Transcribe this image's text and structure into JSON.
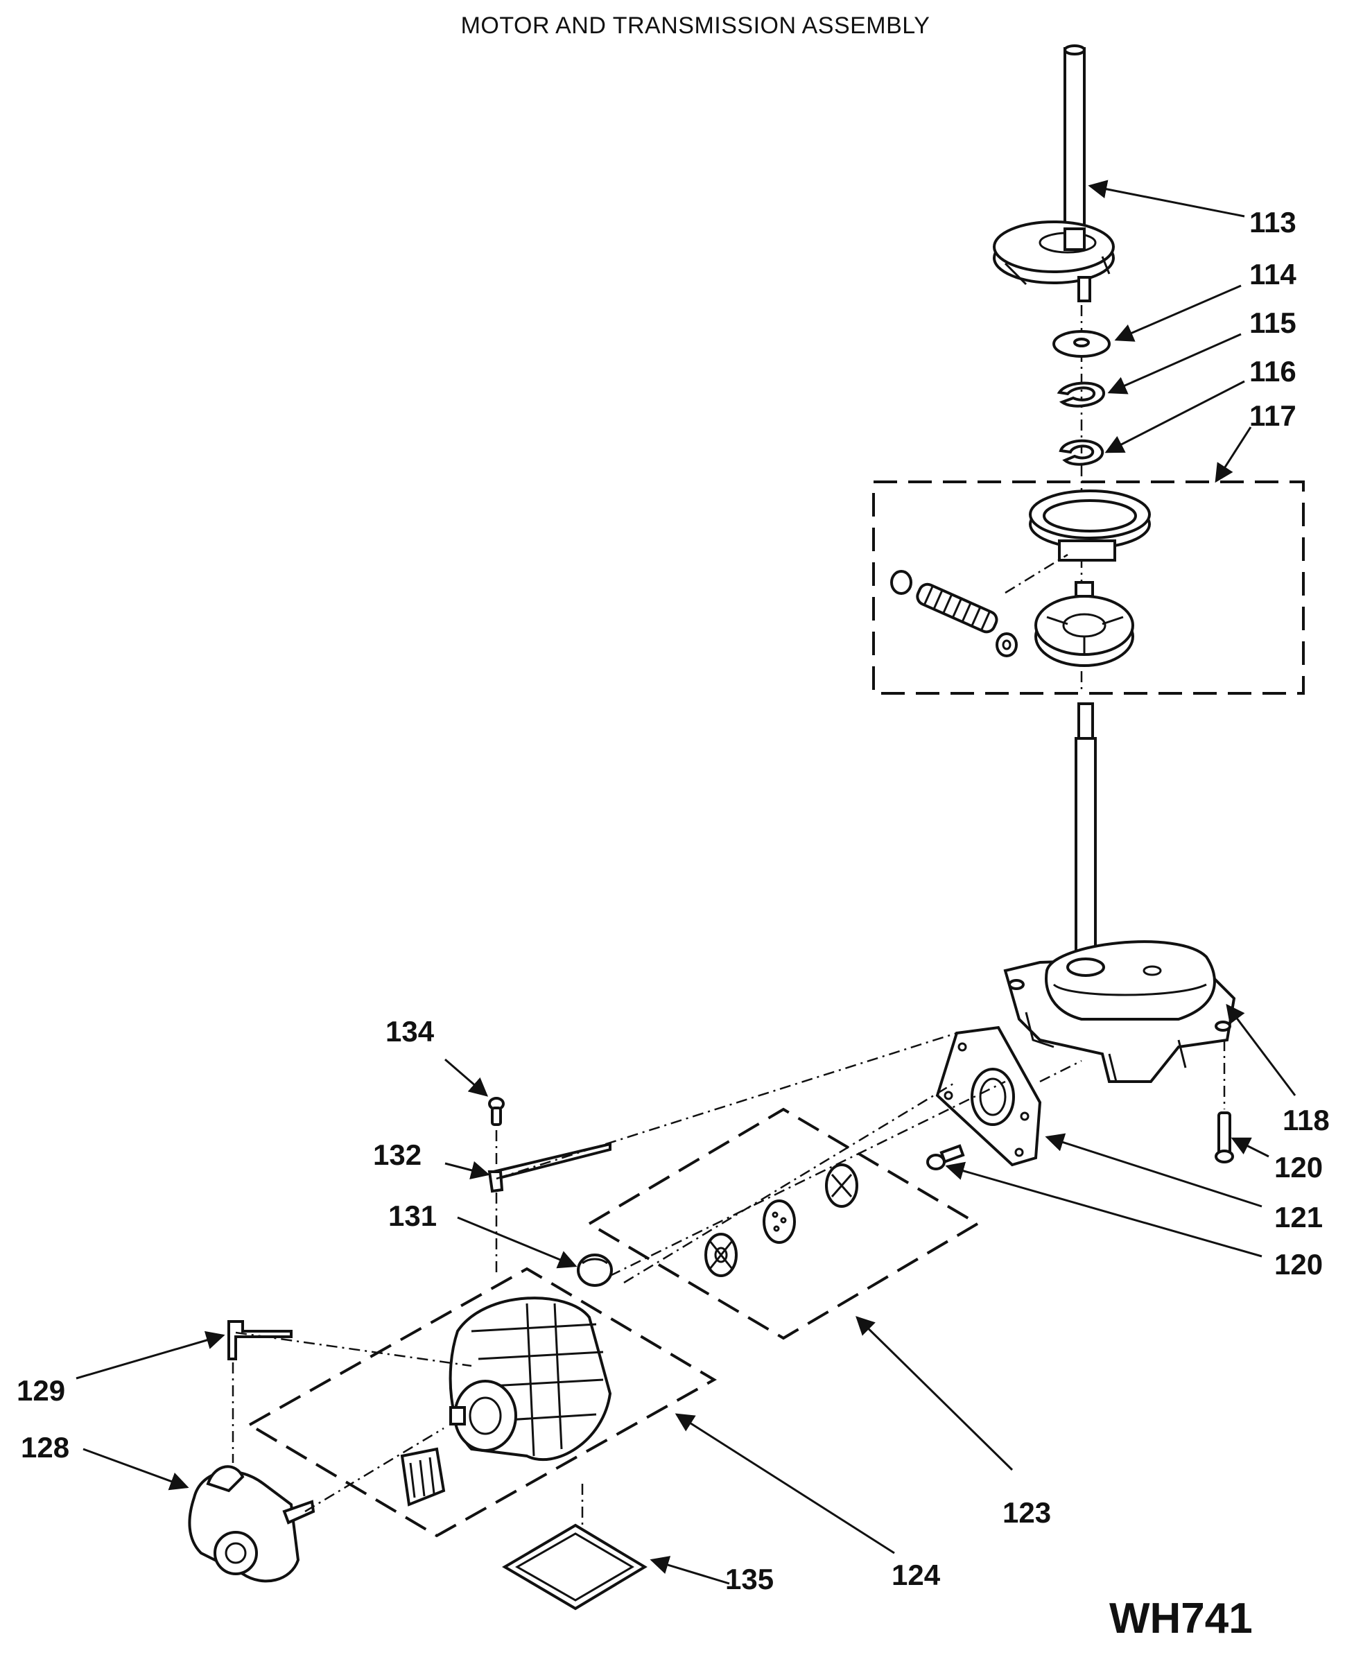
{
  "title": "MOTOR AND TRANSMISSION ASSEMBLY",
  "model_code": "WH741",
  "labels": {
    "p113": "113",
    "p114": "114",
    "p115": "115",
    "p116": "116",
    "p117": "117",
    "p118": "118",
    "p120a": "120",
    "p121": "121",
    "p120b": "120",
    "p123": "123",
    "p124": "124",
    "p128": "128",
    "p129": "129",
    "p131": "131",
    "p132": "132",
    "p134": "134",
    "p135": "135"
  }
}
